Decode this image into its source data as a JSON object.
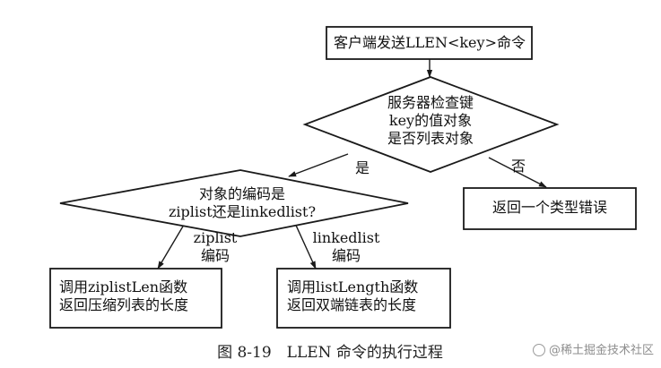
{
  "diagram": {
    "nodes": [
      {
        "id": "start",
        "lines": [
          "客户端发送LLEN<key>命令"
        ]
      },
      {
        "id": "check",
        "lines": [
          "服务器检查键",
          "key的值对象",
          "是否列表对象"
        ]
      },
      {
        "id": "encoding",
        "lines": [
          "对象的编码是",
          "ziplist还是linkedlist?"
        ]
      },
      {
        "id": "error",
        "lines": [
          "返回一个类型错误"
        ]
      },
      {
        "id": "ziplist_len",
        "lines": [
          "调用ziplistLen函数",
          "返回压缩列表的长度"
        ]
      },
      {
        "id": "list_length",
        "lines": [
          "调用listLength函数",
          "返回双端链表的长度"
        ]
      }
    ],
    "edges": [
      {
        "from": "start",
        "to": "check",
        "lines": []
      },
      {
        "from": "check",
        "to": "encoding",
        "lines": [
          "是"
        ]
      },
      {
        "from": "check",
        "to": "error",
        "lines": [
          "否"
        ]
      },
      {
        "from": "encoding",
        "to": "ziplist_len",
        "lines": [
          "ziplist",
          "编码"
        ]
      },
      {
        "from": "encoding",
        "to": "list_length",
        "lines": [
          "linkedlist",
          "编码"
        ]
      }
    ]
  },
  "caption": "图 8-19　LLEN 命令的执行过程",
  "watermark": "@稀土掘金技术社区"
}
